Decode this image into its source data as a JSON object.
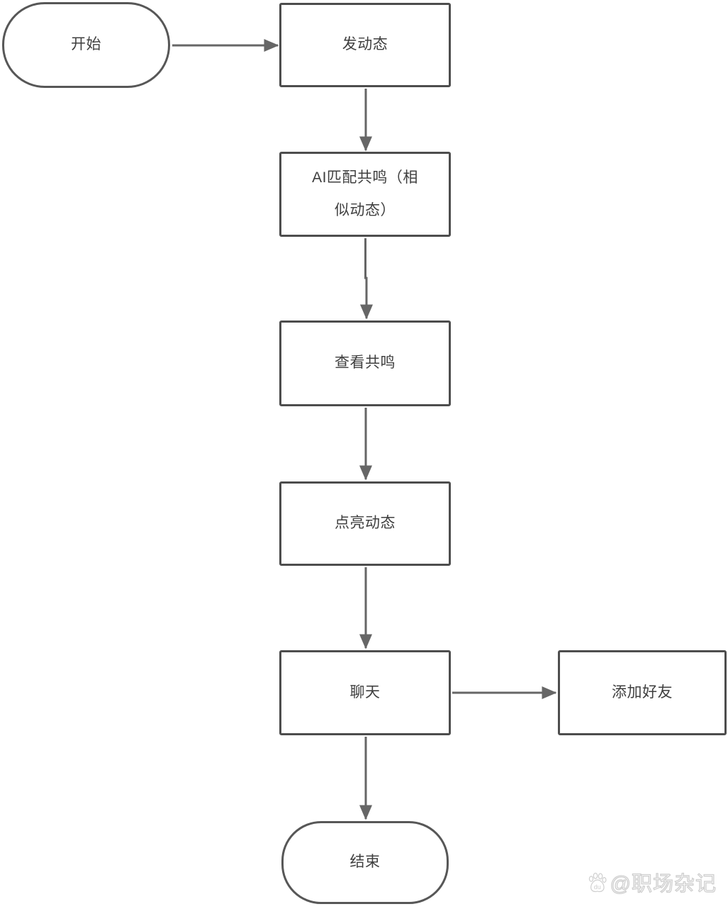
{
  "diagram": {
    "nodes": {
      "start": {
        "label": "开始"
      },
      "post": {
        "label": "发动态"
      },
      "ai_match": {
        "label": "AI匹配共鸣（相\n似动态）"
      },
      "view": {
        "label": "查看共鸣"
      },
      "light": {
        "label": "点亮动态"
      },
      "chat": {
        "label": "聊天"
      },
      "add_friend": {
        "label": "添加好友"
      },
      "end": {
        "label": "结束"
      }
    },
    "edges": [
      {
        "from": "开始",
        "to": "发动态"
      },
      {
        "from": "发动态",
        "to": "AI匹配共鸣（相似动态）"
      },
      {
        "from": "AI匹配共鸣（相似动态）",
        "to": "查看共鸣"
      },
      {
        "from": "查看共鸣",
        "to": "点亮动态"
      },
      {
        "from": "点亮动态",
        "to": "聊天"
      },
      {
        "from": "聊天",
        "to": "添加好友"
      },
      {
        "from": "聊天",
        "to": "结束"
      }
    ],
    "colors": {
      "node_border": "#4d4d4d",
      "node_fill": "#ffffff",
      "edge": "#666666",
      "text": "#3f3f3f",
      "background": "#ffffff"
    }
  },
  "watermark": {
    "handle": "@职场杂记",
    "paw_text": "du",
    "fill": "#ffffff",
    "outline": "#cfcfcf"
  }
}
